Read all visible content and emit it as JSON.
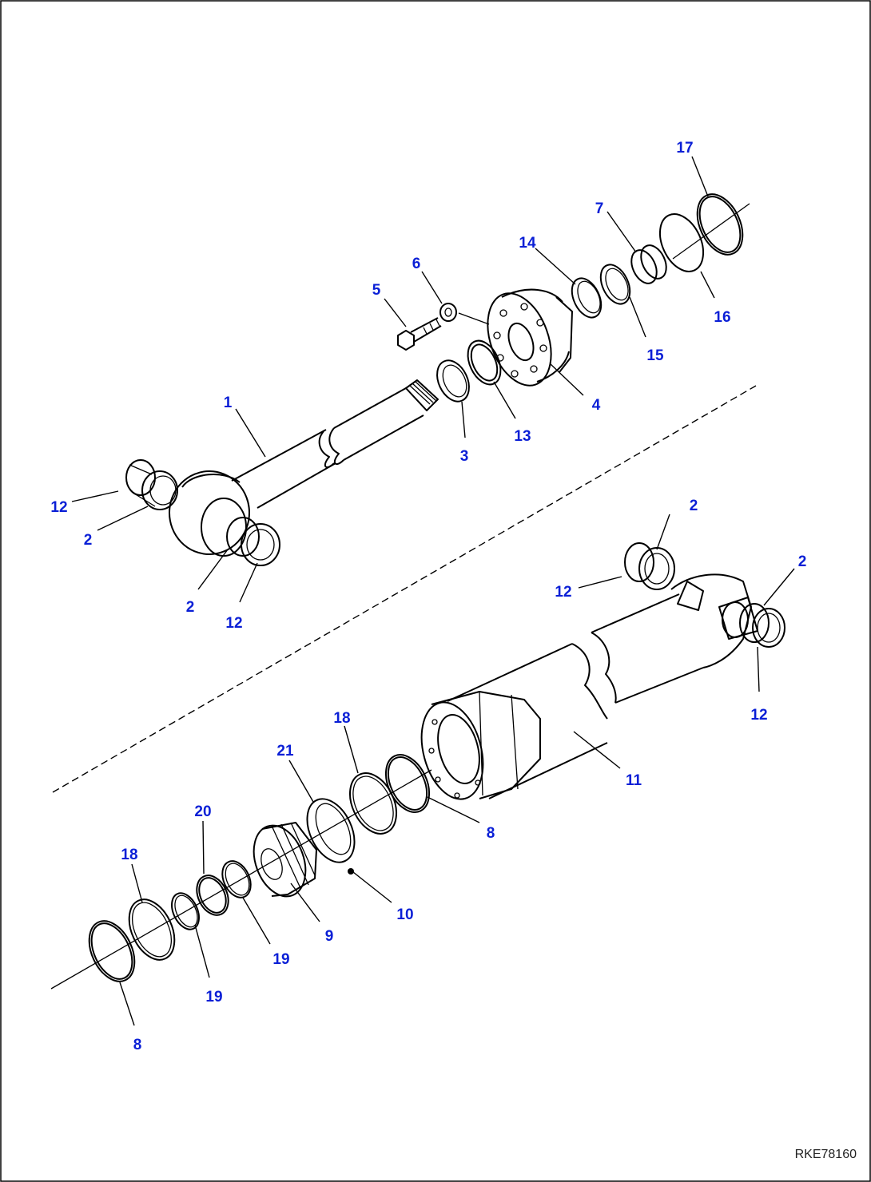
{
  "drawing_id": "RKE78160",
  "callout_color": "#0a1fd6",
  "line_color": "#000000",
  "parts": [
    {
      "key": "p17",
      "label": "17"
    },
    {
      "key": "p7",
      "label": "7"
    },
    {
      "key": "p14",
      "label": "14"
    },
    {
      "key": "p6",
      "label": "6"
    },
    {
      "key": "p5",
      "label": "5"
    },
    {
      "key": "p16",
      "label": "16"
    },
    {
      "key": "p15",
      "label": "15"
    },
    {
      "key": "p4",
      "label": "4"
    },
    {
      "key": "p1",
      "label": "1"
    },
    {
      "key": "p13",
      "label": "13"
    },
    {
      "key": "p3",
      "label": "3"
    },
    {
      "key": "p12a",
      "label": "12"
    },
    {
      "key": "p2a",
      "label": "2"
    },
    {
      "key": "p2b",
      "label": "2"
    },
    {
      "key": "p12b",
      "label": "12"
    },
    {
      "key": "p2c",
      "label": "2"
    },
    {
      "key": "p2d",
      "label": "2"
    },
    {
      "key": "p12c",
      "label": "12"
    },
    {
      "key": "p12d",
      "label": "12"
    },
    {
      "key": "p18a",
      "label": "18"
    },
    {
      "key": "p21",
      "label": "21"
    },
    {
      "key": "p11",
      "label": "11"
    },
    {
      "key": "p20",
      "label": "20"
    },
    {
      "key": "p8a",
      "label": "8"
    },
    {
      "key": "p18b",
      "label": "18"
    },
    {
      "key": "p10",
      "label": "10"
    },
    {
      "key": "p9",
      "label": "9"
    },
    {
      "key": "p19a",
      "label": "19"
    },
    {
      "key": "p19b",
      "label": "19"
    },
    {
      "key": "p8b",
      "label": "8"
    }
  ]
}
